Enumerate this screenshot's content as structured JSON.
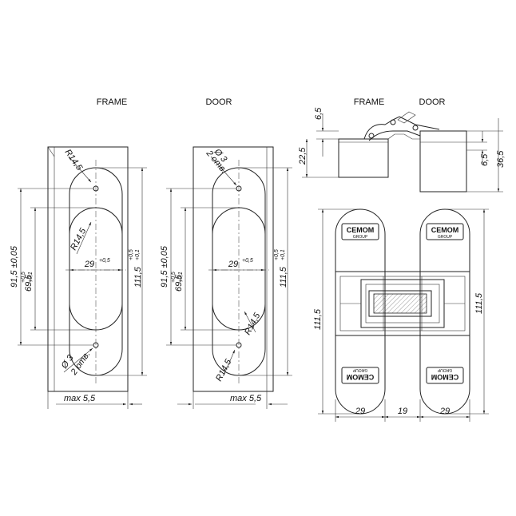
{
  "labels": {
    "frame_left": "FRAME",
    "door_left": "DOOR",
    "frame_right": "FRAME",
    "door_right": "DOOR"
  },
  "frame_view": {
    "radius_top": "R14,5",
    "radius_mid": "R14,5",
    "width_29": "29",
    "width_29_tol": "+0,5",
    "height_91": "91,5 ±0,05",
    "height_69": "69,5",
    "height_69_tol_top": "+0,5",
    "height_69_tol_bot": "+0,1",
    "height_111": "111,5",
    "height_111_tol_top": "+0,5",
    "height_111_tol_bot": "+0,1",
    "hole_d": "Ø 3",
    "hole_count": "2 отв.",
    "max_depth": "max 5,5"
  },
  "door_view": {
    "hole_d": "Ø 3",
    "hole_count": "2 отв.",
    "width_29": "29",
    "width_29_tol": "+0,5",
    "height_91": "91,5 ±0,05",
    "height_69": "69,5",
    "height_69_tol_top": "+0,5",
    "height_69_tol_bot": "+0,1",
    "height_111": "111,5",
    "height_111_tol_top": "+0,5",
    "height_111_tol_bot": "+0,1",
    "radius_mid": "R14,5",
    "radius_bot": "R14,5",
    "max_depth": "max 5,5"
  },
  "side_view": {
    "dim_6_5_left": "6,5",
    "dim_22_5": "22,5",
    "dim_6_5_right": "6,5",
    "dim_36_5": "36,5"
  },
  "front_view": {
    "brand_top_left": "CEMOM",
    "brand_top_left_sub": "GROUP",
    "brand_top_right": "CEMOM",
    "brand_top_right_sub": "GROUP",
    "brand_bot_left": "CEMOM",
    "brand_bot_left_sub": "GROUP",
    "brand_bot_right": "CEMOM",
    "brand_bot_right_sub": "GROUP",
    "height_left": "111,5",
    "height_right": "111,5",
    "width_left": "29",
    "width_gap": "19",
    "width_right": "29"
  }
}
